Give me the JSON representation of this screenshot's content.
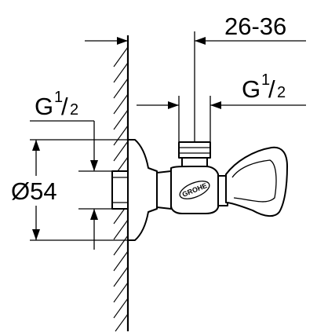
{
  "dimensions": {
    "connection_range": "26-36",
    "outlet_thread": {
      "base": "G",
      "numerator": "1",
      "slash": "/",
      "denominator": "2"
    },
    "wall_thread": {
      "base": "G",
      "numerator": "1",
      "slash": "/",
      "denominator": "2"
    },
    "rosette_diameter": "Ø54"
  },
  "brand_logo": "GROHE"
}
